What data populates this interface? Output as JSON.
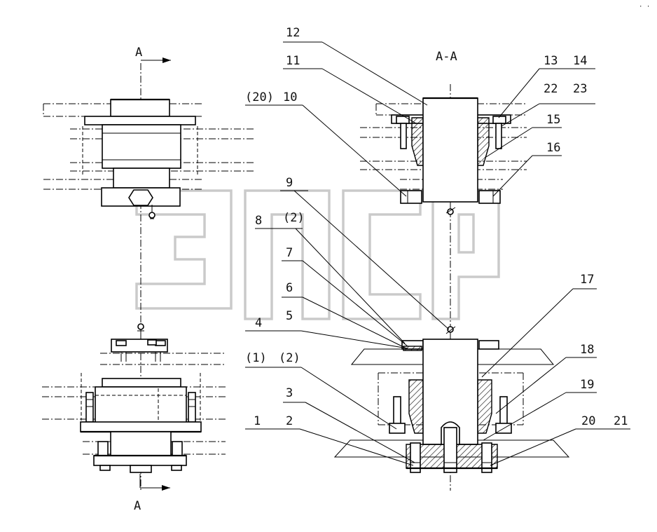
{
  "section_marks": {
    "left_top": "A",
    "left_bottom": "A",
    "section_title": "A-A"
  },
  "callouts": {
    "n1": "1",
    "n2": "2",
    "n3": "3",
    "n4": "4",
    "n5": "5",
    "n6": "6",
    "n7": "7",
    "n8": "8",
    "n9": "9",
    "n10": "10",
    "n11": "11",
    "n12": "12",
    "n13": "13",
    "n14": "14",
    "n15": "15",
    "n16": "16",
    "n17": "17",
    "n18": "18",
    "n19": "19",
    "n20": "20",
    "n21": "21",
    "n22": "22",
    "n23": "23",
    "p20": "(20)",
    "p2a": "(2)",
    "p1": "(1)",
    "p2b": "(2)"
  },
  "watermark_logo": "ЭЛСР",
  "corner_mark": "· ·"
}
